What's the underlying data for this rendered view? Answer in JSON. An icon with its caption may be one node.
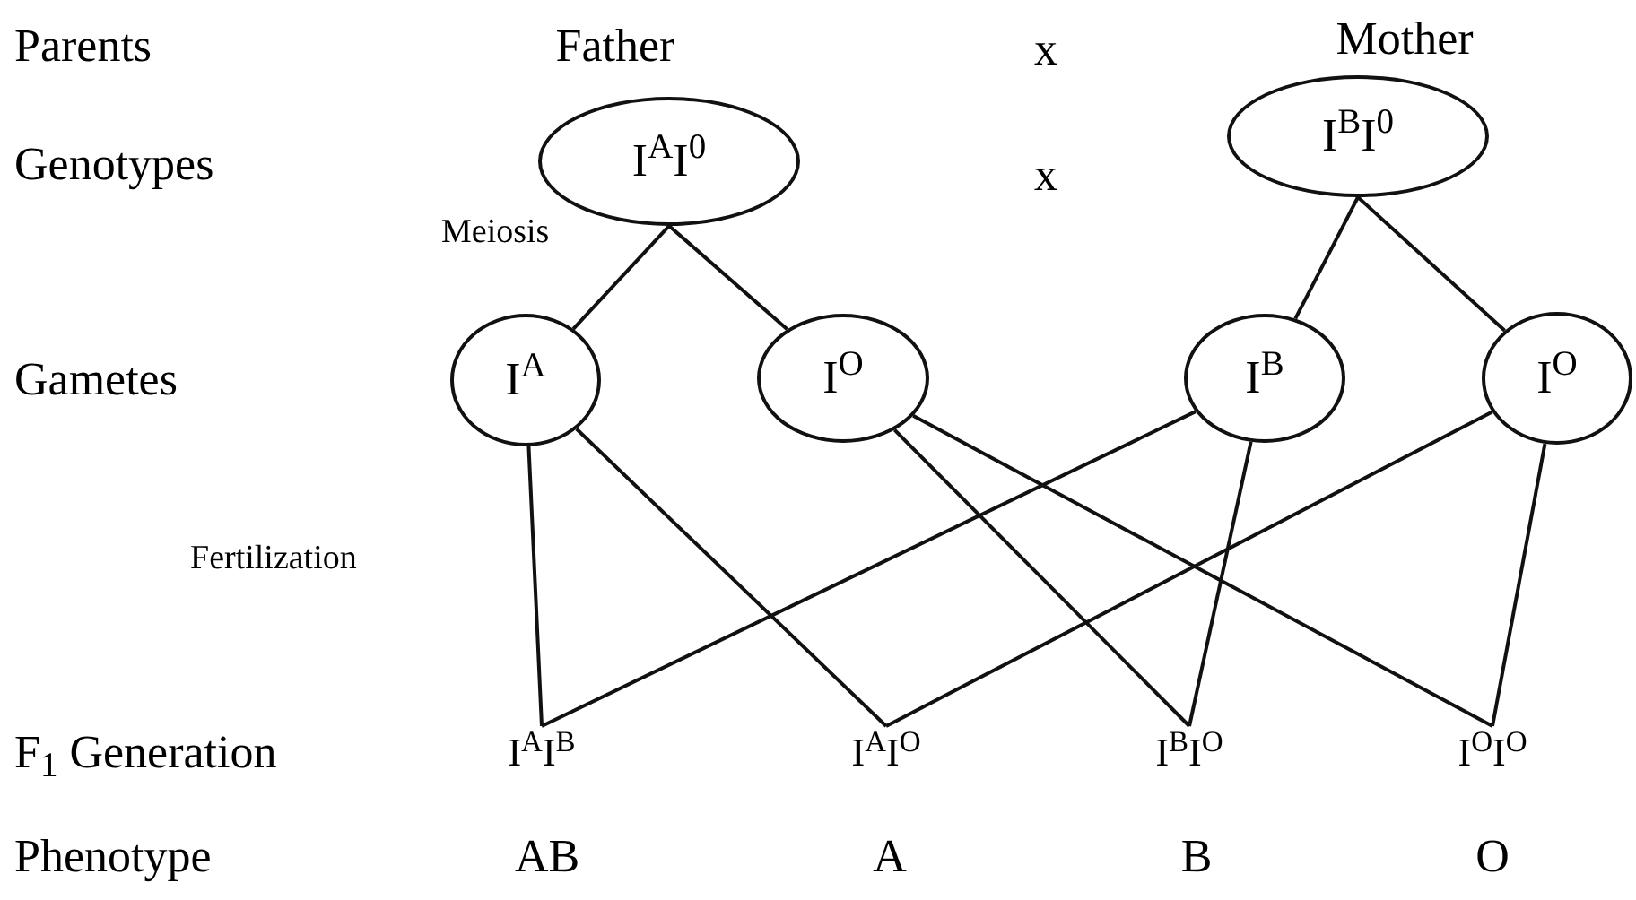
{
  "diagram": {
    "nodes": [
      {
        "text": [
          "I$^{A}$I$^{0}$"
        ]
      },
      {
        "text": [
          "I$^{B}$I$^{0}$"
        ]
      },
      {
        "text": [
          "I$^{A}$"
        ]
      },
      {
        "text": [
          "I$^{O}$"
        ]
      },
      {
        "text": [
          "I$^{B}$"
        ]
      },
      {
        "text": [
          "I$^{O}$"
        ]
      },
      {
        "text": [
          "I$^{A}$I$^{B}$"
        ]
      },
      {
        "text": [
          "I$^{A}$I$^{O}$"
        ]
      },
      {
        "text": [
          "I$^{B}$I$^{O}$"
        ]
      },
      {
        "text": [
          "I$^{O}$I$^{O}$"
        ]
      }
    ],
    "edges": [
      {
        "from": 0,
        "to": 2,
        "arrow": "none"
      },
      {
        "from": 0,
        "to": 3,
        "arrow": "none"
      },
      {
        "from": 1,
        "to": 4,
        "arrow": "none"
      },
      {
        "from": 1,
        "to": 5,
        "arrow": "none"
      },
      {
        "from": 2,
        "to": 6,
        "arrow": "none"
      },
      {
        "from": 2,
        "to": 7,
        "arrow": "none"
      },
      {
        "from": 3,
        "to": 8,
        "arrow": "none"
      },
      {
        "from": 3,
        "to": 9,
        "arrow": "none"
      },
      {
        "from": 4,
        "to": 6,
        "arrow": "none"
      },
      {
        "from": 4,
        "to": 8,
        "arrow": "none"
      },
      {
        "from": 5,
        "to": 7,
        "arrow": "none"
      },
      {
        "from": 5,
        "to": 9,
        "arrow": "none"
      }
    ],
    "labels": [
      "Parents",
      "Father",
      "x",
      "Mother",
      "Genotypes",
      "x",
      "Meiosis",
      "Gametes",
      "Fertilization",
      "F$_{1}$ Generation",
      "Phenotype",
      "AB",
      "A",
      "B",
      "O"
    ]
  }
}
